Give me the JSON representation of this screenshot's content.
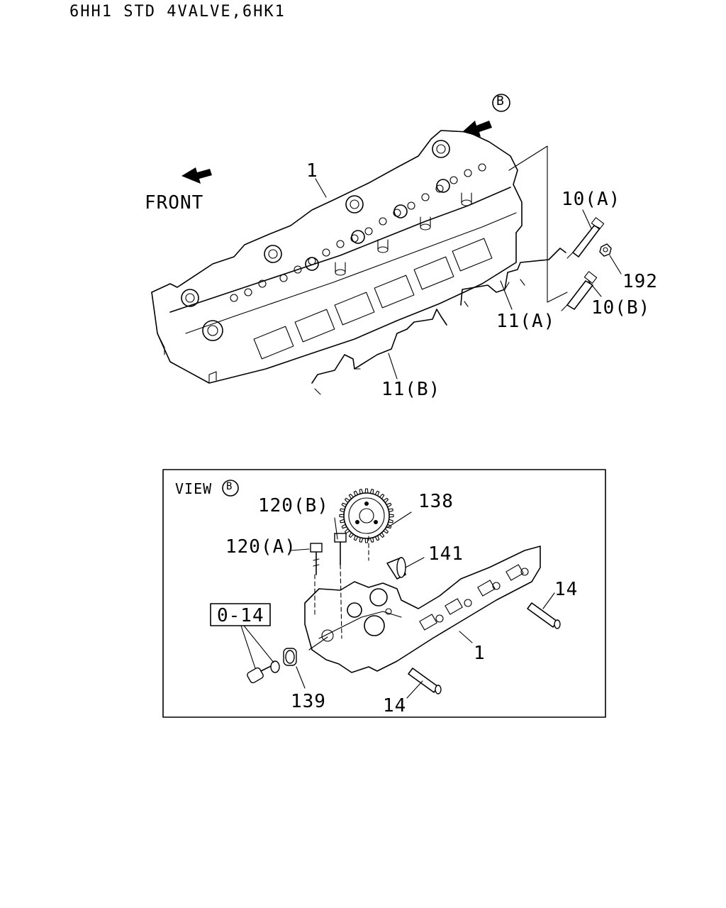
{
  "header": {
    "title": "6HH1 STD 4VALVE,6HK1"
  },
  "diagram": {
    "front_label": "FRONT",
    "view_marker": "B",
    "view_label": "VIEW",
    "callouts": {
      "cylinder_head_top": "1",
      "glow_plug_a": "10(A)",
      "glow_plug_b": "10(B)",
      "nut": "192",
      "harness_a": "11(A)",
      "harness_b": "11(B)",
      "bolt_b": "120(B)",
      "bolt_a": "120(A)",
      "gear": "138",
      "plug": "141",
      "kit_box": "0-14",
      "stud_right": "14",
      "cylinder_head_view": "1",
      "bushing": "139",
      "stud_bottom": "14"
    }
  }
}
